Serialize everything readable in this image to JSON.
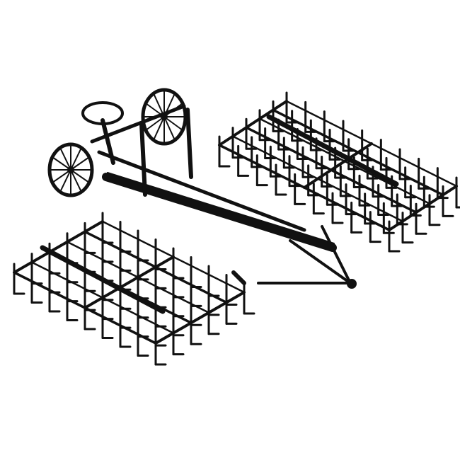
{
  "illustration": {
    "subject": "harrow",
    "ink_color": "#111111",
    "background_color": "#ffffff",
    "wheel_count": 2,
    "tine_sections": 2
  }
}
